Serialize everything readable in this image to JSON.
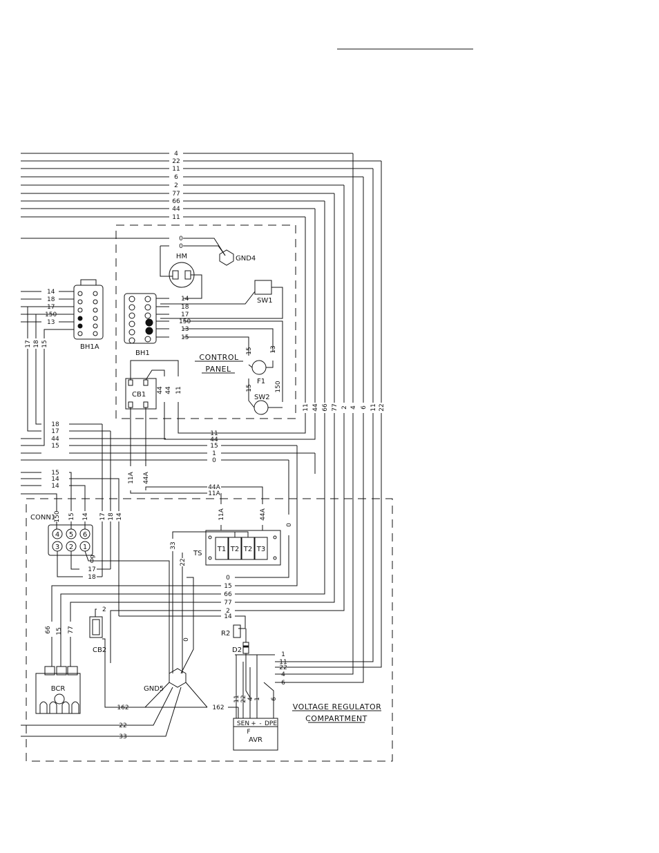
{
  "sections": {
    "control_panel": [
      "CONTROL",
      "PANEL"
    ],
    "voltage_regulator": [
      "VOLTAGE REGULATOR",
      "COMPARTMENT"
    ]
  },
  "components": {
    "hm": "HM",
    "gnd4": "GND4",
    "sw1": "SW1",
    "bh1": "BH1",
    "bh1a": "BH1A",
    "cb1": "CB1",
    "f1": "F1",
    "sw2": "SW2",
    "conn1": "CONN1",
    "ts": "TS",
    "r2": "R2",
    "d2": "D2",
    "cb2": "CB2",
    "gnd5": "GND5",
    "bcr": "BCR",
    "avr": "AVR"
  },
  "terminals": {
    "ts": [
      "T1",
      "T2",
      "T2",
      "T3"
    ],
    "conn1_top": [
      "4",
      "5",
      "6"
    ],
    "conn1_bottom": [
      "3",
      "2",
      "1"
    ],
    "avr": [
      "SEN",
      "+",
      "-",
      "DPE",
      "F"
    ]
  },
  "wires": {
    "top_bus": [
      "4",
      "22",
      "11",
      "6",
      "2",
      "77",
      "66",
      "44",
      "11"
    ],
    "right_verticals": [
      "11",
      "44",
      "66",
      "77",
      "2",
      "4",
      "6",
      "11",
      "22"
    ],
    "gnd4": [
      "0",
      "0"
    ],
    "bh1": [
      "14",
      "18",
      "17",
      "150",
      "13",
      "15"
    ],
    "bh1a": [
      "14",
      "18",
      "17",
      "150",
      "13"
    ],
    "bh1a_down": [
      "17",
      "18",
      "15"
    ],
    "f1_sw2": [
      "15",
      "13",
      "15",
      "150"
    ],
    "cb1": [
      "44",
      "44",
      "11"
    ],
    "mid_bus": [
      "18",
      "17",
      "11",
      "44",
      "44",
      "15",
      "15",
      "1",
      "0"
    ],
    "conn1_bus": [
      "15",
      "14",
      "14"
    ],
    "conn1_vert": [
      "150",
      "15",
      "14",
      "17",
      "18",
      "14"
    ],
    "cb1_down": [
      "11A",
      "44A",
      "44A",
      "11A",
      "11A",
      "44A"
    ],
    "ts_side": [
      "33",
      "22",
      "0"
    ],
    "under_conn1": [
      "0",
      "6",
      "17",
      "18"
    ],
    "lower_bus": [
      "0",
      "15",
      "66",
      "77",
      "2",
      "14"
    ],
    "bcr": [
      "66",
      "15",
      "77"
    ],
    "cb2": [
      "2"
    ],
    "gnd5": [
      "0"
    ],
    "avr_bus": [
      "1",
      "11",
      "22",
      "4",
      "6"
    ],
    "avr_vert": [
      "11",
      "22",
      "4",
      "1",
      "6"
    ],
    "bottom": [
      "162",
      "162",
      "22",
      "33"
    ],
    "misc": [
      "1"
    ]
  }
}
